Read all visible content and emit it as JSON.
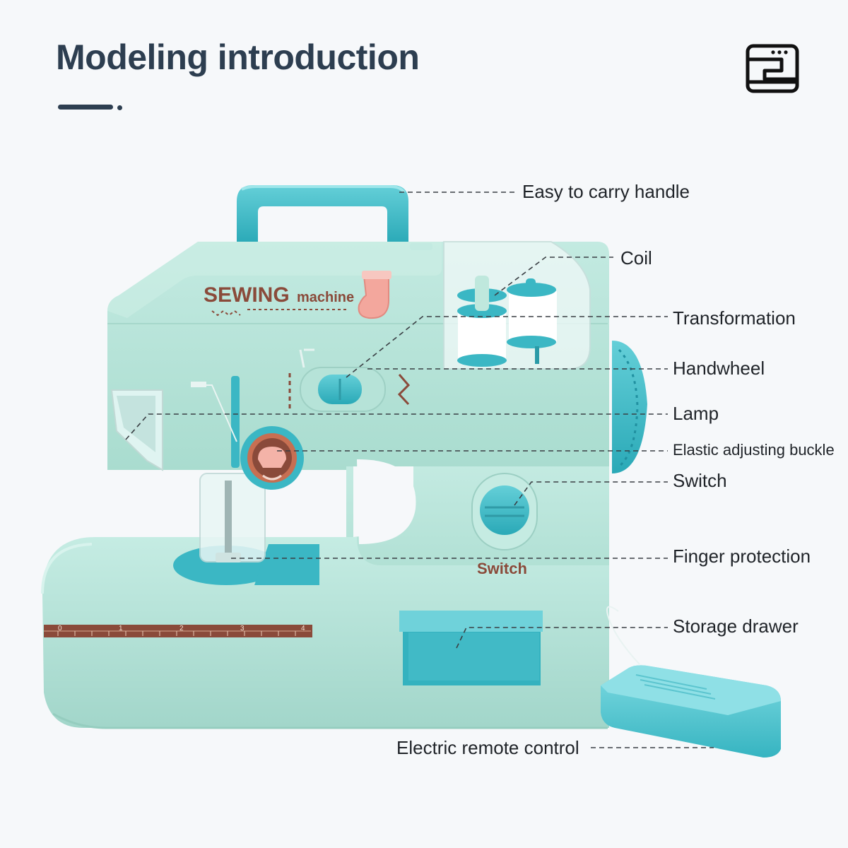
{
  "heading": {
    "title": "Modeling introduction"
  },
  "icons": {
    "corner": "sewing-machine-icon"
  },
  "product": {
    "brand_word": "SEWING",
    "brand_sub": "machine",
    "switch_text": "Switch",
    "ruler_marks": [
      "0",
      "1",
      "2",
      "3",
      "4"
    ],
    "colors": {
      "body": "#b3e0d6",
      "accent": "#3bb7c4",
      "brown": "#8a4a3a",
      "background": "#f6f8fa"
    }
  },
  "callouts": {
    "handle": "Easy to carry handle",
    "coil": "Coil",
    "transformation": "Transformation",
    "handwheel": "Handwheel",
    "lamp": "Lamp",
    "buckle": "Elastic adjusting buckle",
    "switch": "Switch",
    "finger": "Finger protection",
    "drawer": "Storage drawer",
    "remote": "Electric remote control"
  }
}
